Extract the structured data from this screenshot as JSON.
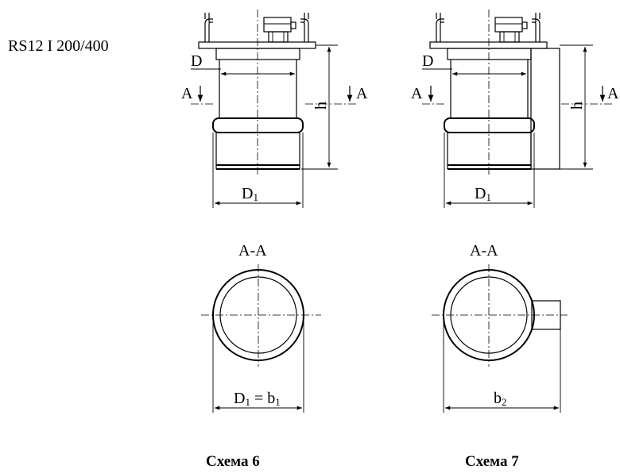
{
  "model_label": "RS12  I  200/400",
  "labels": {
    "d": "D",
    "d1": "D",
    "d1_sub": "1",
    "h": "h",
    "section_mark": "A",
    "section_title": "A-A",
    "b1_left": "D",
    "b1_left_sub": "1",
    "b1_eq": " = b",
    "b1_sub": "1",
    "b2": "b",
    "b2_sub": "2"
  },
  "captions": {
    "scheme6": "Схема 6",
    "scheme7": "Схема 7"
  }
}
